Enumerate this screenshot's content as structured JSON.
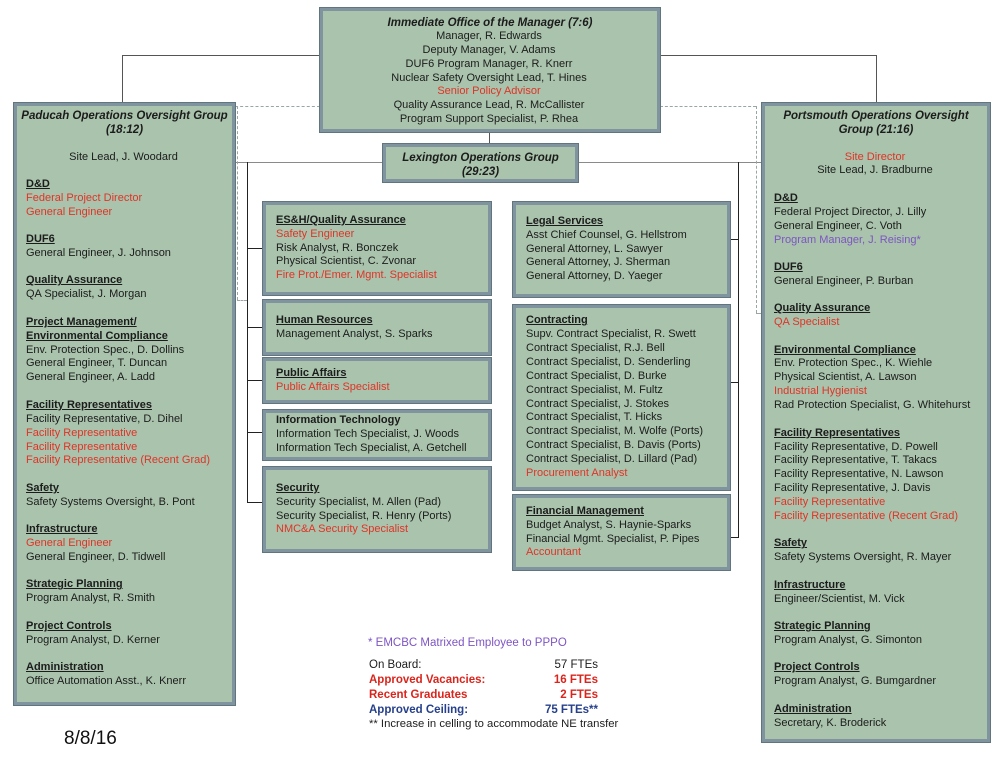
{
  "date": "8/8/16",
  "colors": {
    "box_fill": "#a9c3ac",
    "box_border": "#7f949e",
    "vacancy_red": "#e03427",
    "matrix_purple": "#7d55c4",
    "ceiling_navy": "#26408b",
    "text": "#1c1c1c"
  },
  "boxes": [
    {
      "key": "immediate",
      "title": "Immediate Office of the Manager (7:6)",
      "lines": [
        {
          "t": "Manager, R. Edwards"
        },
        {
          "t": "Deputy Manager, V. Adams"
        },
        {
          "t": "DUF6 Program Manager, R. Knerr"
        },
        {
          "t": "Nuclear Safety Oversight Lead, T. Hines"
        },
        {
          "t": "Senior Policy Advisor",
          "s": "red"
        },
        {
          "t": "Quality Assurance Lead, R. McCallister"
        },
        {
          "t": "Program Support Specialist, P. Rhea"
        }
      ]
    },
    {
      "key": "paducah",
      "title": "Paducah Operations Oversight Group (18:12)",
      "lines": [
        {
          "s": "gap"
        },
        {
          "t": "Site Lead, J. Woodard",
          "s": "ctr"
        },
        {
          "s": "gap"
        },
        {
          "t": "D&D",
          "s": "hdr"
        },
        {
          "t": "Federal Project Director",
          "s": "red"
        },
        {
          "t": "General Engineer",
          "s": "red"
        },
        {
          "s": "gap"
        },
        {
          "t": "DUF6",
          "s": "hdr"
        },
        {
          "t": "General Engineer, J. Johnson"
        },
        {
          "s": "gap"
        },
        {
          "t": "Quality Assurance",
          "s": "hdr"
        },
        {
          "t": "QA Specialist, J. Morgan"
        },
        {
          "s": "gap"
        },
        {
          "t": "Project Management/",
          "s": "hdr"
        },
        {
          "t": "Environmental Compliance",
          "s": "hdr"
        },
        {
          "t": "Env. Protection Spec., D. Dollins"
        },
        {
          "t": "General Engineer, T. Duncan"
        },
        {
          "t": "General Engineer, A. Ladd"
        },
        {
          "s": "gap"
        },
        {
          "t": "Facility Representatives",
          "s": "hdr"
        },
        {
          "t": "Facility Representative, D. Dihel"
        },
        {
          "t": "Facility Representative",
          "s": "red"
        },
        {
          "t": "Facility Representative",
          "s": "red"
        },
        {
          "t": "Facility Representative (Recent Grad)",
          "s": "red"
        },
        {
          "s": "gap"
        },
        {
          "t": "Safety",
          "s": "hdr"
        },
        {
          "t": "Safety Systems Oversight, B. Pont"
        },
        {
          "s": "gap"
        },
        {
          "t": "Infrastructure",
          "s": "hdr"
        },
        {
          "t": "General Engineer",
          "s": "red"
        },
        {
          "t": "General Engineer, D. Tidwell"
        },
        {
          "s": "gap"
        },
        {
          "t": "Strategic Planning",
          "s": "hdr"
        },
        {
          "t": "Program Analyst, R. Smith"
        },
        {
          "s": "gap"
        },
        {
          "t": "Project Controls",
          "s": "hdr"
        },
        {
          "t": "Program Analyst, D. Kerner"
        },
        {
          "s": "gap"
        },
        {
          "t": "Administration",
          "s": "hdr"
        },
        {
          "t": "Office Automation Asst., K. Knerr"
        }
      ]
    },
    {
      "key": "portsmouth",
      "title": "Portsmouth Operations Oversight Group (21:16)",
      "lines": [
        {
          "s": "gap"
        },
        {
          "t": "Site Director",
          "s": "ctr-red"
        },
        {
          "t": "Site Lead, J. Bradburne",
          "s": "ctr"
        },
        {
          "s": "gap"
        },
        {
          "t": "D&D",
          "s": "hdr"
        },
        {
          "t": "Federal Project Director, J. Lilly"
        },
        {
          "t": "General Engineer, C. Voth"
        },
        {
          "t": "Program Manager, J. Reising*",
          "s": "purple"
        },
        {
          "s": "gap"
        },
        {
          "t": "DUF6",
          "s": "hdr"
        },
        {
          "t": "General Engineer, P. Burban"
        },
        {
          "s": "gap"
        },
        {
          "t": "Quality Assurance",
          "s": "hdr"
        },
        {
          "t": "QA Specialist",
          "s": "red"
        },
        {
          "s": "gap"
        },
        {
          "t": "Environmental Compliance",
          "s": "hdr"
        },
        {
          "t": "Env. Protection Spec., K. Wiehle"
        },
        {
          "t": "Physical Scientist, A. Lawson"
        },
        {
          "t": "Industrial Hygienist",
          "s": "red"
        },
        {
          "t": "Rad Protection Specialist, G. Whitehurst"
        },
        {
          "s": "gap"
        },
        {
          "t": "Facility Representatives",
          "s": "hdr"
        },
        {
          "t": "Facility Representative, D. Powell"
        },
        {
          "t": "Facility Representative, T. Takacs"
        },
        {
          "t": "Facility Representative, N. Lawson"
        },
        {
          "t": "Facility Representative, J. Davis"
        },
        {
          "t": "Facility Representative",
          "s": "red"
        },
        {
          "t": "Facility Representative (Recent Grad)",
          "s": "red"
        },
        {
          "s": "gap"
        },
        {
          "t": "Safety",
          "s": "hdr"
        },
        {
          "t": "Safety Systems Oversight, R. Mayer"
        },
        {
          "s": "gap"
        },
        {
          "t": "Infrastructure",
          "s": "hdr"
        },
        {
          "t": "Engineer/Scientist, M. Vick"
        },
        {
          "s": "gap"
        },
        {
          "t": "Strategic Planning",
          "s": "hdr"
        },
        {
          "t": "Program Analyst, G. Simonton"
        },
        {
          "s": "gap"
        },
        {
          "t": "Project Controls",
          "s": "hdr"
        },
        {
          "t": "Program Analyst, G. Bumgardner"
        },
        {
          "s": "gap"
        },
        {
          "t": "Administration",
          "s": "hdr"
        },
        {
          "t": "Secretary, K. Broderick"
        }
      ]
    },
    {
      "key": "lexington",
      "title": "Lexington Operations Group (29:23)",
      "lines": []
    },
    {
      "key": "esh",
      "lines": [
        {
          "t": "ES&H/Quality Assurance",
          "s": "hdr"
        },
        {
          "t": "Safety Engineer",
          "s": "red"
        },
        {
          "t": "Risk Analyst, R. Bonczek"
        },
        {
          "t": "Physical Scientist, C. Zvonar"
        },
        {
          "t": "Fire Prot./Emer. Mgmt. Specialist",
          "s": "red"
        }
      ]
    },
    {
      "key": "hr",
      "lines": [
        {
          "t": "Human Resources",
          "s": "hdr"
        },
        {
          "t": "Management Analyst, S. Sparks"
        }
      ]
    },
    {
      "key": "pa",
      "lines": [
        {
          "t": "Public Affairs",
          "s": "hdr"
        },
        {
          "t": "Public Affairs Specialist",
          "s": "red"
        }
      ]
    },
    {
      "key": "it",
      "lines": [
        {
          "t": "Information Technology",
          "s": "hdrplain"
        },
        {
          "t": "Information Tech Specialist, J. Woods"
        },
        {
          "t": "Information Tech Specialist, A. Getchell"
        }
      ]
    },
    {
      "key": "security",
      "lines": [
        {
          "t": "Security",
          "s": "hdr"
        },
        {
          "t": "Security Specialist, M. Allen (Pad)"
        },
        {
          "t": "Security Specialist, R. Henry (Ports)"
        },
        {
          "t": "NMC&A Security Specialist",
          "s": "red"
        }
      ]
    },
    {
      "key": "legal",
      "lines": [
        {
          "t": "Legal Services",
          "s": "hdr"
        },
        {
          "t": "Asst Chief Counsel, G. Hellstrom"
        },
        {
          "t": "General Attorney, L. Sawyer"
        },
        {
          "t": "General Attorney, J. Sherman"
        },
        {
          "t": "General Attorney, D. Yaeger"
        }
      ]
    },
    {
      "key": "contracting",
      "lines": [
        {
          "t": "Contracting",
          "s": "hdr"
        },
        {
          "t": "Supv. Contract Specialist, R. Swett"
        },
        {
          "t": "Contract Specialist, R.J. Bell"
        },
        {
          "t": "Contract Specialist, D. Senderling"
        },
        {
          "t": "Contract Specialist, D. Burke"
        },
        {
          "t": "Contract Specialist, M. Fultz"
        },
        {
          "t": "Contract Specialist, J. Stokes"
        },
        {
          "t": "Contract Specialist, T. Hicks"
        },
        {
          "t": "Contract Specialist, M. Wolfe (Ports)"
        },
        {
          "t": "Contract Specialist, B. Davis (Ports)"
        },
        {
          "t": "Contract Specialist, D. Lillard (Pad)"
        },
        {
          "t": "Procurement Analyst",
          "s": "red"
        }
      ]
    },
    {
      "key": "financial",
      "lines": [
        {
          "t": "Financial Management",
          "s": "hdr"
        },
        {
          "t": "Budget Analyst, S. Haynie-Sparks"
        },
        {
          "t": "Financial Mgmt. Specialist, P. Pipes"
        },
        {
          "t": "Accountant",
          "s": "red"
        }
      ]
    }
  ],
  "annotations": {
    "matrix_note": "* EMCBC Matrixed Employee to PPPO",
    "ceiling_footnote": "** Increase in celling to accommodate NE transfer"
  },
  "stats": {
    "rows": [
      {
        "label": "On Board:",
        "value": "57 FTEs",
        "style": "plain"
      },
      {
        "label": "Approved Vacancies:",
        "value": "16 FTEs",
        "style": "red"
      },
      {
        "label": "Recent Graduates",
        "value": "2 FTEs",
        "style": "red"
      },
      {
        "label": "Approved Ceiling:",
        "value": "75 FTEs**",
        "style": "navy"
      }
    ]
  }
}
